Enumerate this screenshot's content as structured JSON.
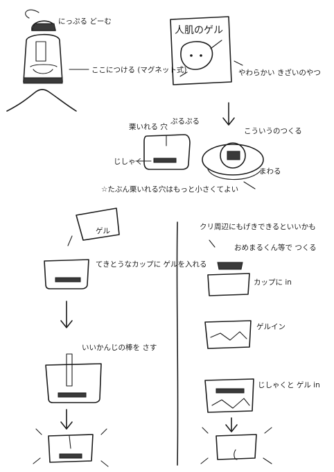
{
  "labels": {
    "nipple_dome": "にっぷる どーむ",
    "attach_here": "ここにつける (マグネット式)",
    "frame_title": "人肌のゲル",
    "soft_gel": "やわらかい きざいのやつ",
    "make_like_this": "こういうのつくる",
    "rotates": "まわる",
    "chestnut_hole": "栗いれる 穴",
    "puru": "ぷるぷる",
    "vibration": "じしゃく",
    "note_hole": "☆たぶん栗いれる穴はもっと小さくてよい",
    "gel_bag": "ゲル",
    "pour_gel": "てきとうなカップに ゲルを入れる",
    "insert_stick": "いいかんじの棒を さす",
    "around_chestnut": "クリ周辺にもげきできるといいかも",
    "omanko_pen": "おめまるくん等で つくる",
    "into_cup": "カップに in",
    "gel_in": "ゲルイン",
    "magnet_gel_in": "じしゃくと ゲル in"
  }
}
